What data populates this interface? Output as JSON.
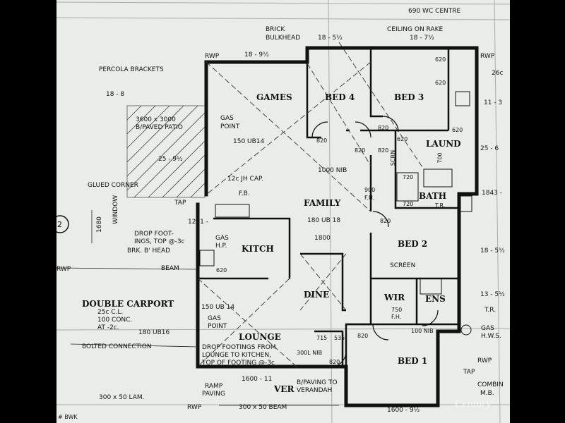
{
  "rooms": {
    "games": "GAMES",
    "bed4": "BED 4",
    "bed3": "BED 3",
    "laund": "LAUND",
    "bath": "BATH",
    "family": "FAMILY",
    "kitch": "KITCH",
    "bed2": "BED 2",
    "dine": "DINE",
    "wir": "WIR",
    "ens": "ENS",
    "lounge": "LOUNGE",
    "bed1": "BED 1",
    "double_carport": "DOUBLE CARPORT",
    "ver": "VER"
  },
  "notes": {
    "wc_centre": "690  WC  CENTRE",
    "brick_bulkhead_1": "BRICK",
    "brick_bulkhead_2": "BULKHEAD",
    "bulkhead_dim": "18 - 5½",
    "ceiling_on_rake": "CEILING ON RAKE",
    "ceiling_dim": "18 - 7½",
    "rwp_top": "RWP",
    "top_dim": "18 - 9½",
    "rwp_top_right": "RWP",
    "dim_26c": "26c",
    "percola": "PERCOLA BRACKETS",
    "dim_18_8": "18 - 8",
    "dim_11_3": "11 - 3",
    "patio_1": "3600 x 3000",
    "patio_2": "B/PAVED PATIO",
    "patio_dim": "25 - 9½",
    "gas_point_1a": "GAS",
    "gas_point_1b": "POINT",
    "ub14_top": "150 UB14",
    "dim_820_bed4": "820",
    "dim_820_a": "820",
    "dim_820_b": "820",
    "dim_820_c": "820",
    "dim_620_a": "620",
    "dim_620_b": "620",
    "dim_620_c": "620",
    "dim_620_d": "620",
    "dim_25_6": "25 - 6",
    "scrn": "SCRN",
    "dim_700": "700",
    "nib_1000": "1000 NIB",
    "glued_corner": "GLUED CORNER",
    "jh_cap": "12c JH CAP.",
    "fb": "F.B.",
    "dim_900": "900",
    "fh_1": "F.H.",
    "dim_720_a": "720",
    "dim_720_b": "720",
    "tr_bath": "T.R.",
    "dim_1843": "1843 -",
    "tap_left": "TAP",
    "window_label": "WINDOW",
    "window_dim": "1680",
    "circle_2": "2",
    "dim_1251": "1251 -",
    "drop_footings_1": "DROP FOOT-",
    "drop_footings_2": "INGS, TOP @-3c",
    "gas_hp_1": "GAS",
    "gas_hp_2": "H.P.",
    "brk_bhead": "BRK. B' HEAD",
    "ub18": "180 UB 18",
    "dim_1800": "1800",
    "dim_820_bed2": "820",
    "dim_18_5_r": "18 - 5½",
    "rwp_left": "RWP",
    "beam": "BEAM",
    "screen": "SCREEN",
    "dim_620_kitch": "620",
    "carport_1": "25c C.L.",
    "carport_2": "100 CONC.",
    "carport_3": "AT -2c.",
    "ub14_lounge": "150 UB 14",
    "gas_point_2a": "GAS",
    "gas_point_2b": "POINT",
    "dim_750": "750",
    "fh_2": "F.H.",
    "dim_13_5": "13 - 5½",
    "tr_right": "T.R.",
    "ub16": "180 UB16",
    "dim_715": "715",
    "dim_535": "535",
    "nib_100": "100 NIB",
    "gas_hws_1": "GAS",
    "gas_hws_2": "H.W.S.",
    "bolted": "BOLTED CONNECTION",
    "drop_lounge_1": "DROP FOOTINGS FROM",
    "drop_lounge_2": "LOUNGE TO KITCHEN,",
    "drop_lounge_3": "TOP OF FOOTING @-3c",
    "nib_300": "300L NIB",
    "dim_820_bed1": "820",
    "dim_820_lounge": "820",
    "rwp_bottom_right": "RWP",
    "tap_right": "TAP",
    "ramp_1": "RAMP",
    "ramp_2": "PAVING",
    "dim_1600_11": "1600 - 11",
    "bpaving_1": "B/PAVING TO",
    "bpaving_2": "VERANDAH",
    "combin_1": "COMBIN",
    "combin_2": "M.B.",
    "lam": "300 x 50 LAM.",
    "rwp_bottom": "RWP",
    "beam_bottom": "300 x 50 BEAM",
    "dim_1600_9": "1600 - 9½",
    "bwk": "# BWK"
  },
  "brand": {
    "name": "Century",
    "suffix": "21"
  },
  "colors": {
    "paper": "#e9ece9",
    "ink": "#111111",
    "frame": "#000000"
  }
}
